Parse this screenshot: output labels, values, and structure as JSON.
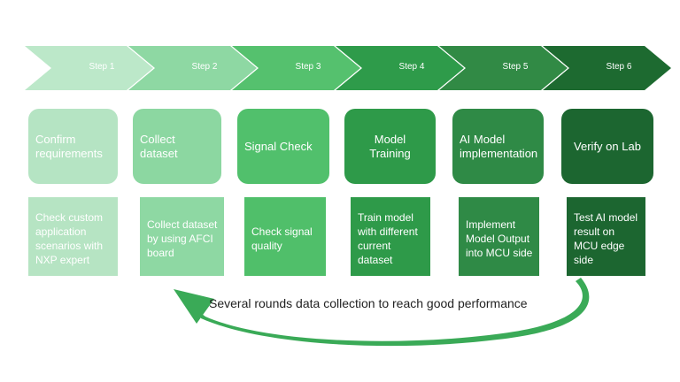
{
  "steps": [
    {
      "label": "Step 1",
      "title": "Confirm\nrequirements",
      "detail": "Check custom\napplication\nscenarios with\nNXP expert",
      "color": "#bce8c9",
      "card_color": "#b5e4c3",
      "detail_color": "#b6e4c3"
    },
    {
      "label": "Step 2",
      "title": "Collect dataset",
      "detail": "Collect dataset\nby using AFCI\nboard",
      "color": "#8ed8a3",
      "card_color": "#8cd7a1",
      "detail_color": "#8ed8a3"
    },
    {
      "label": "Step 3",
      "title": "Signal Check",
      "detail": "Check signal\nquality",
      "color": "#55c16e",
      "card_color": "#51c06c",
      "detail_color": "#50bf6a"
    },
    {
      "label": "Step 4",
      "title": "Model\nTraining",
      "detail": "Train model\nwith different\ncurrent\ndataset",
      "color": "#2e9b4a",
      "card_color": "#2e9a49",
      "detail_color": "#2e9a49"
    },
    {
      "label": "Step 5",
      "title": "AI Model\nimplementation",
      "detail": "Implement\nModel Output\ninto MCU side",
      "color": "#318a45",
      "card_color": "#2f8a46",
      "detail_color": "#2f8a46"
    },
    {
      "label": "Step 6",
      "title": "Verify  on Lab",
      "detail": "Test AI model\nresult on\nMCU edge\nside",
      "color": "#1d6a30",
      "card_color": "#1c6630",
      "detail_color": "#1c6630"
    }
  ],
  "loop_caption": "Several rounds  data collection to reach good performance",
  "loop_arrow_color": "#3aaa57"
}
